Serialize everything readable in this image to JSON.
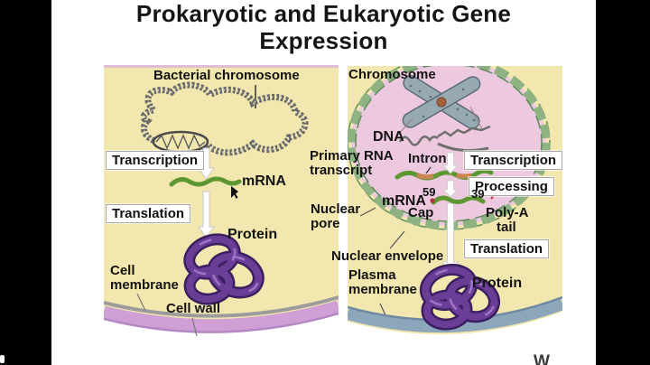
{
  "title": {
    "line1": "Prokaryotic and Eukaryotic Gene",
    "line2": "Expression"
  },
  "prokaryote_panel": {
    "bacterial_chromosome": "Bacterial chromosome",
    "transcription": "Transcription",
    "mrna": "mRNA",
    "translation": "Translation",
    "protein": "Protein",
    "cell_membrane": "Cell membrane",
    "cell_wall": "Cell wall"
  },
  "eukaryote_panel": {
    "chromosome": "Chromosome",
    "dna": "DNA",
    "primary_rna_transcript": "Primary RNA transcript",
    "intron": "Intron",
    "transcription": "Transcription",
    "processing": "Processing",
    "mrna": "mRNA",
    "five_prime": "59",
    "cap": "Cap",
    "three_prime": "39",
    "poly_a": "Poly-A",
    "tail": "tail",
    "nuclear_pore": "Nuclear pore",
    "nuclear_envelope": "Nuclear envelope",
    "translation": "Translation",
    "plasma_membrane": "Plasma membrane",
    "protein": "Protein"
  },
  "watermark": "W",
  "colors": {
    "cytoplasm_yellow": "#f2e7ae",
    "nucleus_pink": "#edc9df",
    "nuclear_envelope_green": "#8fb283",
    "mrna_green": "#5d9732",
    "intron_orange": "#c8854f",
    "protein_purple": "#6a3d96",
    "cell_wall_pink": "#cf9fd6",
    "plasma_membrane_blue": "#8ca6bb"
  }
}
